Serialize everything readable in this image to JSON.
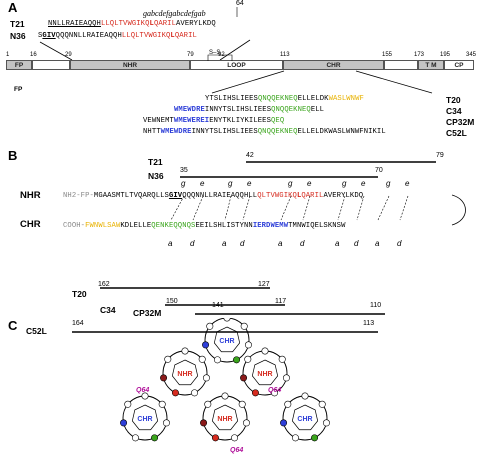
{
  "panelA": {
    "letter": "A",
    "num64": "64",
    "heptad": "gabcdefgabcdefgab",
    "t21": {
      "label": "T21",
      "pre": "NNLLRAIEAQQH",
      "red1": "LLQLTVWGIKQ",
      "q": "L",
      "red2": "QARIL",
      "post": "AVERYLKDQ"
    },
    "n36": {
      "label": "N36",
      "s": "S",
      "giv": "GIV",
      "pre2": "QQQNNLLRAIEAQQH",
      "red1": "LLQLTVWGIKQ",
      "q": "L",
      "red2": "QARIL"
    },
    "domains": {
      "fp": "FP",
      "nhr": "NHR",
      "loop": "LOOP",
      "chr": "CHR",
      "tm": "T M",
      "cp": "CP",
      "ss": "S–S"
    },
    "positions": {
      "p1": "1",
      "p16": "16",
      "p29": "29",
      "p79": "79",
      "p92": "92",
      "p113": "113",
      "p155": "155",
      "p173": "173",
      "p195": "195",
      "p345": "345"
    },
    "fp_label": "FP",
    "peptides": [
      {
        "label": "T20",
        "seg1": "YTSLIHSLIEES",
        "seg2": "QNQQEKNEQ",
        "seg3": "ELLELDK",
        "seg4": "WASLWNWF"
      },
      {
        "label": "C34",
        "seg1": "WMEWDRE",
        "seg2": "INNYTSLIHSLIEES",
        "seg3": "QNQQEKNEQ",
        "seg4": "ELL"
      },
      {
        "label": "CP32M",
        "seg1": "VEWNEMT",
        "seg2": "WMEWEREI",
        "seg3": "ENYTKLIYKILEES",
        "seg4": "QEQ"
      },
      {
        "label": "C52L",
        "seg1": "NHTT",
        "seg2": "WMEWDRE",
        "seg3": "INNYTSLIHSLIEES",
        "seg4": "QNQQEKNEQ",
        "seg5": "ELLELDKWASLWNWF",
        "seg6": "NIKIL"
      }
    ]
  },
  "panelB": {
    "letter": "B",
    "t21_label": "T21",
    "t21_start": "42",
    "t21_end": "79",
    "n36_label": "N36",
    "n36_start": "35",
    "n36_end": "70",
    "nhr_label": "NHR",
    "chr_label": "CHR",
    "nhr_seq": {
      "pre": "NH2-FP-",
      "a": "MGAASMTLTVQARQLLS",
      "giv": "GIV",
      "b": "QQQNNLLRAIEAQQHLL",
      "red1": "QLTVWGIKQ",
      "q": "L",
      "red2": "QARIL",
      "c": "AVERYLKDQ"
    },
    "chr_seq": {
      "pre": "COOH-",
      "orange": "FWNWLSAW",
      "a": "KDLELLE",
      "green": "QENKEQQNQS",
      "b": "EEILSHLISTYNN",
      "blue": "IERDWEMW",
      "c": "TMNWIQELSKNSW"
    },
    "heptad_top": [
      "g",
      "e",
      "g",
      "e",
      "g",
      "e",
      "g",
      "e",
      "g",
      "e"
    ],
    "heptad_bottom": [
      "a",
      "d",
      "a",
      "d",
      "a",
      "d",
      "a",
      "d",
      "a",
      "d"
    ],
    "peptides": [
      {
        "label": "T20",
        "start": "162",
        "end": "127"
      },
      {
        "label": "C34",
        "start": "150",
        "end": "117"
      },
      {
        "label": "CP32M",
        "start": "141",
        "end": "110"
      },
      {
        "label": "C52L",
        "start": "164",
        "end": "113"
      }
    ]
  },
  "panelC": {
    "letter": "C",
    "wheels": [
      {
        "label": "CHR"
      },
      {
        "label": "NHR"
      },
      {
        "label": "NHR"
      },
      {
        "label": "CHR"
      },
      {
        "label": "NHR"
      },
      {
        "label": "CHR"
      }
    ],
    "q64": "Q64"
  },
  "colors": {
    "red": "#d62b1f",
    "green": "#3aa41c",
    "blue": "#2e3fd8",
    "orange": "#e8b200",
    "gray_domain": "#c4c4c4",
    "magenta": "#b0119a"
  }
}
